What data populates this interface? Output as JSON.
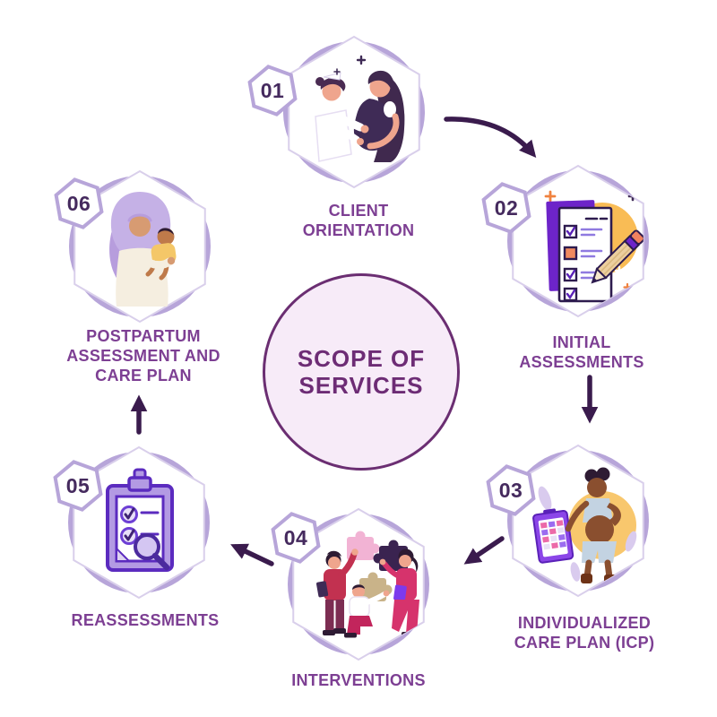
{
  "center": {
    "title": "SCOPE OF\nSERVICES"
  },
  "steps": [
    {
      "number": "01",
      "label": "CLIENT\nORIENTATION",
      "illustration": "nurse-examining-pregnant-woman"
    },
    {
      "number": "02",
      "label": "INITIAL\nASSESSMENTS",
      "illustration": "checklist-and-pencil"
    },
    {
      "number": "03",
      "label": "INDIVIDUALIZED\nCARE PLAN (ICP)",
      "illustration": "pregnant-woman-with-care-plan-calendar"
    },
    {
      "number": "04",
      "label": "INTERVENTIONS",
      "illustration": "team-connecting-puzzle-pieces"
    },
    {
      "number": "05",
      "label": "REASSESSMENTS",
      "illustration": "clipboard-checklist-with-magnifying-glass"
    },
    {
      "number": "06",
      "label": "POSTPARTUM\nASSESSMENT AND\nCARE PLAN",
      "illustration": "mother-holding-baby"
    }
  ],
  "flow_arrows": [
    {
      "from": "01",
      "to": "02"
    },
    {
      "from": "02",
      "to": "03"
    },
    {
      "from": "03",
      "to": "04"
    },
    {
      "from": "04",
      "to": "05"
    },
    {
      "from": "05",
      "to": "06"
    }
  ],
  "colors": {
    "ring_lavender": "#b7a5d9",
    "hexagon_stroke": "#d9cfeb",
    "step_number": "#452a5e",
    "label_purple": "#7d3f93",
    "arrow_dark_purple": "#3a1b4d",
    "center_fill": "#f7ebf8",
    "center_border": "#6b2e72",
    "center_text": "#6d2c75",
    "background": "#ffffff"
  }
}
